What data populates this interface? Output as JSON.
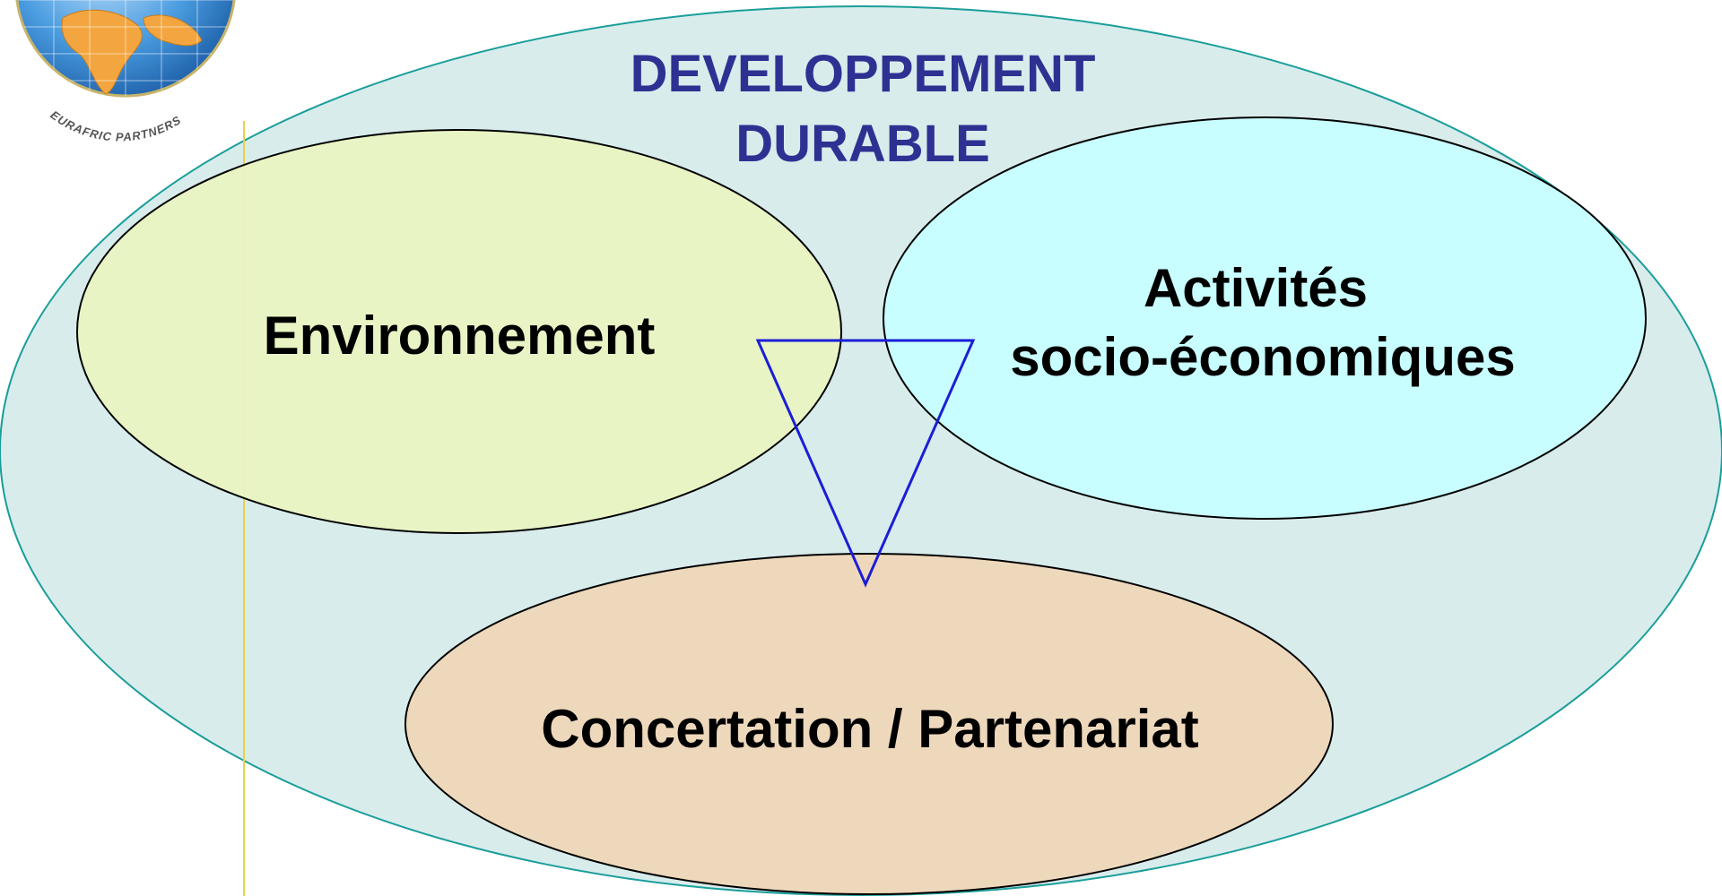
{
  "title": {
    "line1": "DEVELOPPEMENT",
    "line2": "DURABLE"
  },
  "circles": {
    "environment": {
      "label": "Environnement",
      "fill": "#ebf5c1"
    },
    "activities": {
      "line1": "Activités",
      "line2": "socio-économiques",
      "fill": "#c8feff"
    },
    "concertation": {
      "label": "Concertation / Partenariat",
      "fill": "#eed8bc"
    }
  },
  "outer_fill": "#d8ecec",
  "triangle_color": "#1b1ed6",
  "logo": {
    "text": "EURAFRIC PARTNERS"
  }
}
